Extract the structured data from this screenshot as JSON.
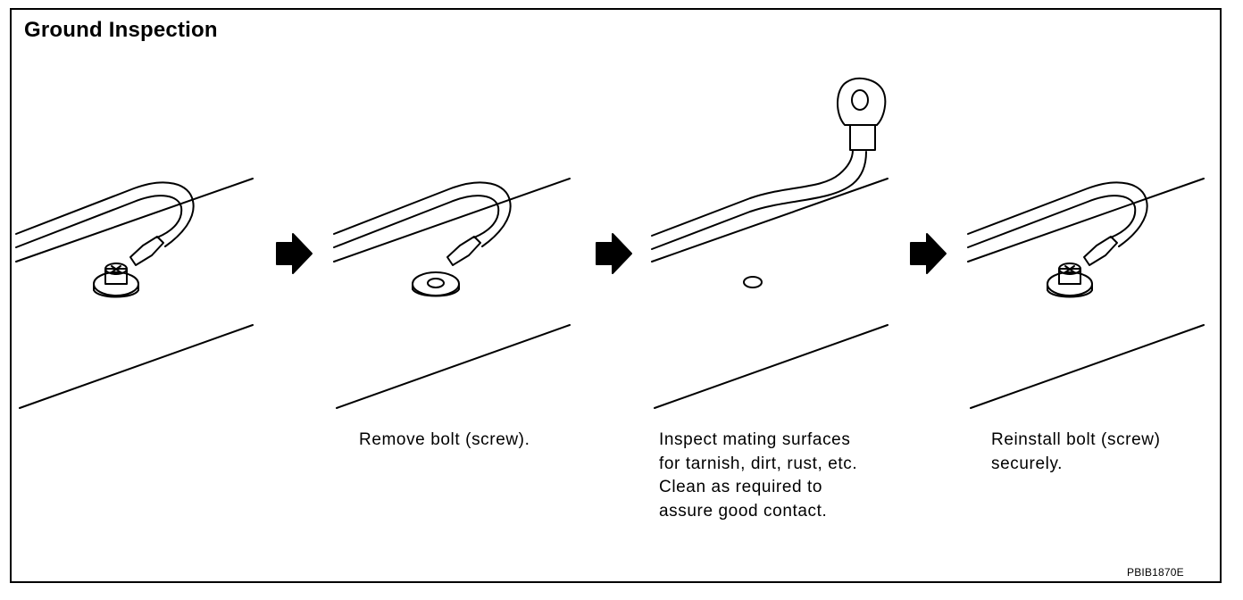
{
  "title": "Ground Inspection",
  "steps": [
    {
      "caption": ""
    },
    {
      "caption": "Remove bolt (screw)."
    },
    {
      "caption": "Inspect mating surfaces\nfor tarnish, dirt, rust, etc.\nClean as required to\nassure good contact."
    },
    {
      "caption": "Reinstall bolt (screw)\nsecurely."
    }
  ],
  "figure_code": "PBIB1870E"
}
